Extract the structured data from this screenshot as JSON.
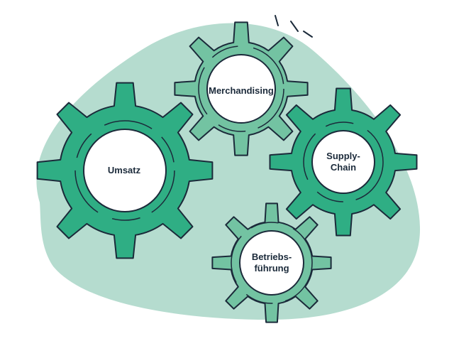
{
  "colors": {
    "background_blob": "#b5dccf",
    "gear_dark": "#2fae84",
    "gear_light": "#73c3a2",
    "outline": "#1b2a3a",
    "hub": "#ffffff"
  },
  "gears": [
    {
      "key": "umsatz",
      "label": "Umsatz",
      "tone": "dark"
    },
    {
      "key": "merchandising",
      "label": "Merchandising",
      "tone": "light"
    },
    {
      "key": "supply_chain",
      "label": "Supply-\nChain",
      "tone": "dark"
    },
    {
      "key": "betriebsfuehrung",
      "label": "Betriebs-\nführung",
      "tone": "light"
    }
  ]
}
